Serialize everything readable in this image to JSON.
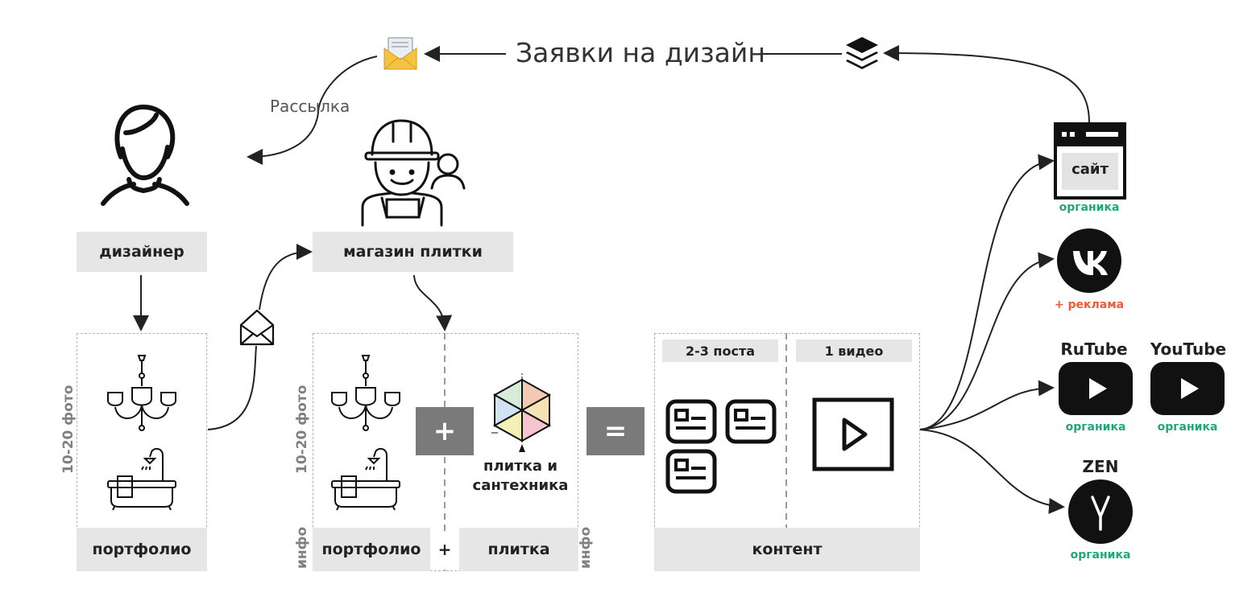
{
  "top": {
    "title": "Заявки на дизайн",
    "mailing": "Рассылка"
  },
  "designer": {
    "label": "дизайнер"
  },
  "shop": {
    "label": "магазин плитки"
  },
  "portfolio_left": {
    "side_text": "10-20 фото",
    "label": "портфолио"
  },
  "middle": {
    "side_text": "10-20 фото",
    "info_left": "инфо",
    "info_right": "инфо",
    "label_left": "портфолио",
    "label_plus": "+",
    "label_right": "плитка",
    "plus_sign": "+",
    "tile_caption": "плитка и сантехника"
  },
  "equals_sign": "=",
  "content": {
    "posts_label": "2-3 поста",
    "video_label": "1 видео",
    "label": "контент"
  },
  "channels": {
    "site": {
      "label": "сайт",
      "note": "органика"
    },
    "vk": {
      "note": "+ реклама"
    },
    "rutube": {
      "name": "RuTube",
      "note": "органика"
    },
    "youtube": {
      "name": "YouTube",
      "note": "органика"
    },
    "zen": {
      "name": "ZEN",
      "note": "органика"
    }
  },
  "colors": {
    "organic": "#1aaa7a",
    "ads": "#f05a3a",
    "box_bg": "#e6e6e6",
    "operator_bg": "#7a7a7a"
  },
  "icons": [
    "envelope-icon",
    "layers-icon",
    "designer-avatar-icon",
    "builder-icon",
    "mail-icon",
    "chandelier-icon",
    "bathtub-icon",
    "tile-hexagon-icon",
    "post-card-icon",
    "video-play-icon",
    "browser-window-icon",
    "vk-logo-icon",
    "rutube-play-icon",
    "youtube-play-icon",
    "zen-logo-icon"
  ]
}
